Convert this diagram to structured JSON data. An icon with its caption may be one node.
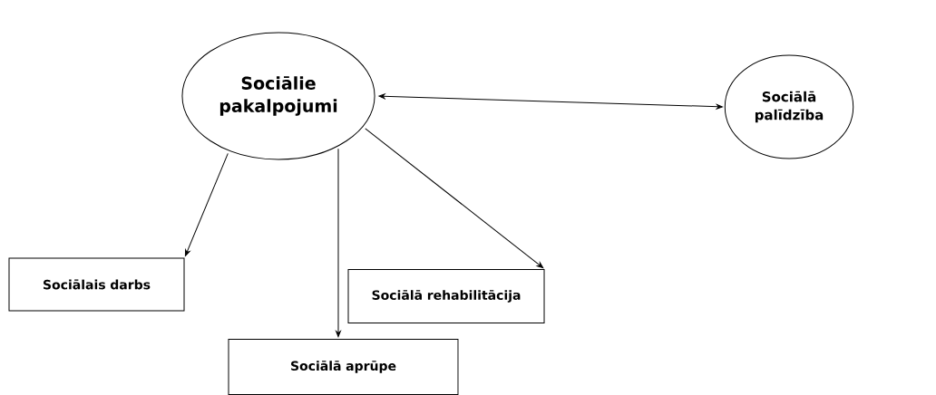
{
  "diagram": {
    "nodes": [
      {
        "text": [
          "Sociālie pakalpojumi"
        ]
      },
      {
        "text": [
          "Sociālā palīdzība"
        ]
      },
      {
        "text": [
          "Sociālais darbs"
        ]
      },
      {
        "text": [
          "Sociālā rehabilitācija"
        ]
      },
      {
        "text": [
          "Sociālā aprūpe"
        ]
      }
    ],
    "edges": [
      {
        "from": 0,
        "to": 1,
        "arrow": "both"
      },
      {
        "from": 0,
        "to": 2,
        "arrow": "to"
      },
      {
        "from": 0,
        "to": 4,
        "arrow": "to"
      },
      {
        "from": 0,
        "to": 3,
        "arrow": "to"
      }
    ]
  }
}
